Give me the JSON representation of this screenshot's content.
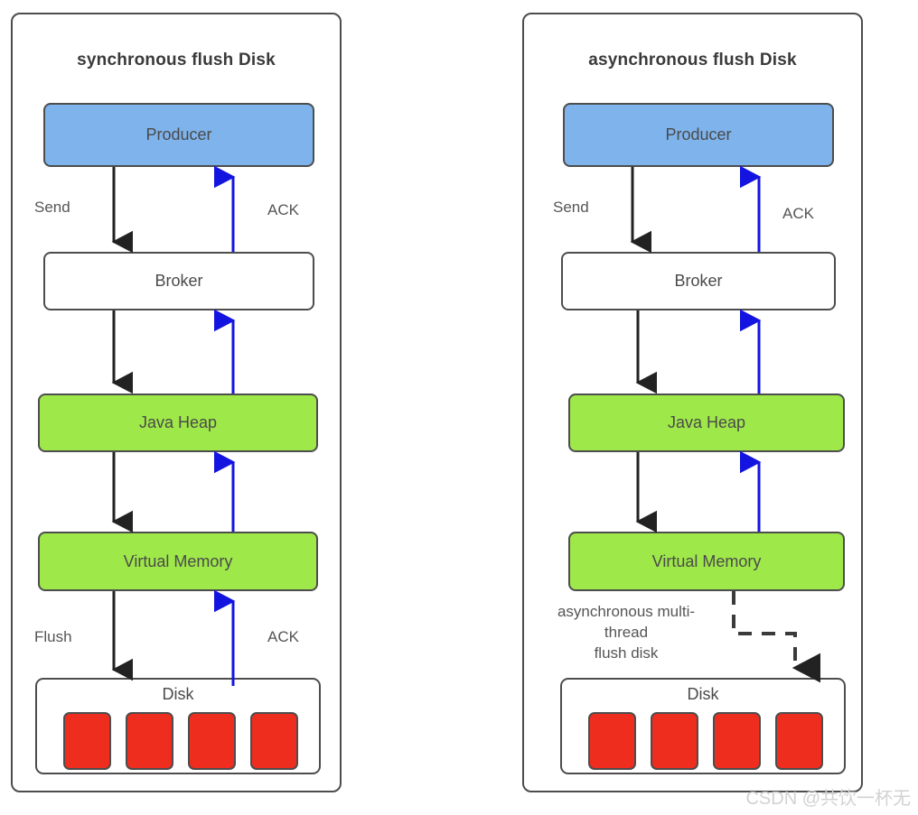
{
  "diagram": {
    "type": "flow-diagram",
    "watermark": "CSDN @共饮一杯无",
    "colors": {
      "producer_fill": "#7eb3ec",
      "memory_fill": "#9fe84a",
      "broker_fill": "#ffffff",
      "disk_cell_fill": "#ef2d1f",
      "stroke": "#4d4d4d",
      "black_arrow": "#222222",
      "blue_arrow": "#1414e0",
      "text": "#4a4a4a"
    },
    "panels": [
      {
        "id": "synchronous",
        "title": "synchronous flush Disk",
        "nodes": [
          {
            "id": "producer",
            "label": "Producer",
            "fill": "#7eb3ec"
          },
          {
            "id": "broker",
            "label": "Broker",
            "fill": "#ffffff"
          },
          {
            "id": "heap",
            "label": "Java Heap",
            "fill": "#9fe84a"
          },
          {
            "id": "vmem",
            "label": "Virtual Memory",
            "fill": "#9fe84a"
          },
          {
            "id": "disk",
            "label": "Disk",
            "cells": 4
          }
        ],
        "edge_labels": [
          {
            "id": "send",
            "text": "Send",
            "side": "left"
          },
          {
            "id": "ack_top",
            "text": "ACK",
            "side": "right"
          },
          {
            "id": "flush",
            "text": "Flush",
            "side": "left"
          },
          {
            "id": "ack_bottom",
            "text": "ACK",
            "side": "right"
          }
        ],
        "flows": [
          {
            "from": "producer",
            "to": "broker",
            "color": "black",
            "style": "solid",
            "label": "Send"
          },
          {
            "from": "broker",
            "to": "heap",
            "color": "black",
            "style": "solid"
          },
          {
            "from": "heap",
            "to": "vmem",
            "color": "black",
            "style": "solid"
          },
          {
            "from": "vmem",
            "to": "disk",
            "color": "black",
            "style": "solid",
            "label": "Flush"
          },
          {
            "from": "disk",
            "to": "vmem",
            "color": "blue",
            "style": "solid",
            "label": "ACK"
          },
          {
            "from": "vmem",
            "to": "heap",
            "color": "blue",
            "style": "solid"
          },
          {
            "from": "heap",
            "to": "broker",
            "color": "blue",
            "style": "solid"
          },
          {
            "from": "broker",
            "to": "producer",
            "color": "blue",
            "style": "solid",
            "label": "ACK"
          }
        ]
      },
      {
        "id": "asynchronous",
        "title": "asynchronous flush Disk",
        "nodes": [
          {
            "id": "producer",
            "label": "Producer",
            "fill": "#7eb3ec"
          },
          {
            "id": "broker",
            "label": "Broker",
            "fill": "#ffffff"
          },
          {
            "id": "heap",
            "label": "Java Heap",
            "fill": "#9fe84a"
          },
          {
            "id": "vmem",
            "label": "Virtual Memory",
            "fill": "#9fe84a"
          },
          {
            "id": "disk",
            "label": "Disk",
            "cells": 4
          }
        ],
        "edge_labels": [
          {
            "id": "send",
            "text": "Send",
            "side": "left"
          },
          {
            "id": "ack_top",
            "text": "ACK",
            "side": "right"
          }
        ],
        "async_note": "asynchronous multi-\nthread\nflush disk",
        "async_note_line1": "asynchronous multi-",
        "async_note_line2": "thread",
        "async_note_line3": "flush disk",
        "flows": [
          {
            "from": "producer",
            "to": "broker",
            "color": "black",
            "style": "solid",
            "label": "Send"
          },
          {
            "from": "broker",
            "to": "heap",
            "color": "black",
            "style": "solid"
          },
          {
            "from": "heap",
            "to": "vmem",
            "color": "black",
            "style": "solid"
          },
          {
            "from": "vmem",
            "to": "heap",
            "color": "blue",
            "style": "solid"
          },
          {
            "from": "heap",
            "to": "broker",
            "color": "blue",
            "style": "solid"
          },
          {
            "from": "broker",
            "to": "producer",
            "color": "blue",
            "style": "solid",
            "label": "ACK"
          },
          {
            "from": "vmem",
            "to": "disk",
            "color": "black",
            "style": "dashed",
            "label": "asynchronous multi-thread flush disk"
          }
        ]
      }
    ]
  }
}
